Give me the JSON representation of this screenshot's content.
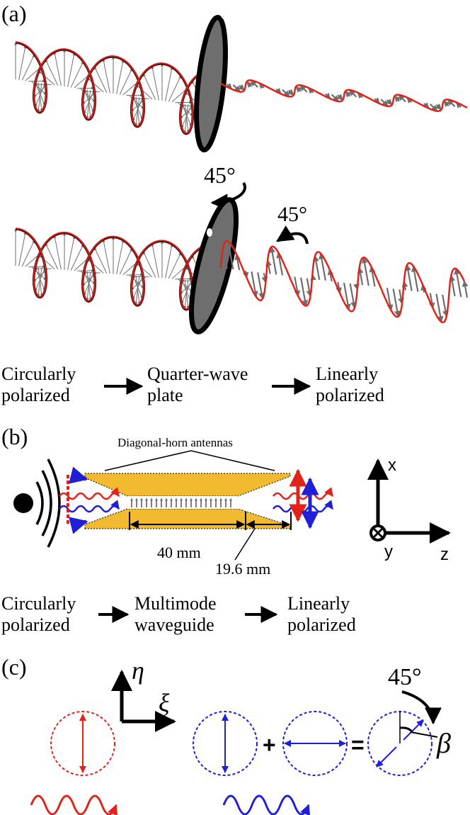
{
  "panel_a": {
    "label": "(a)",
    "angle_plate": "45°",
    "angle_wave": "45°",
    "flow": [
      "Circularly",
      "polarized",
      "Quarter-wave",
      "plate",
      "Linearly",
      "polarized"
    ]
  },
  "panel_b": {
    "label": "(b)",
    "antenna_label": "Diagonal-horn antennas",
    "dim_1": "40 mm",
    "dim_2": "19.6 mm",
    "axis_x": "x",
    "axis_y": "y",
    "axis_z": "z",
    "flow": [
      "Circularly",
      "polarized",
      "Multimode",
      "waveguide",
      "Linearly",
      "polarized"
    ]
  },
  "panel_c": {
    "label": "(c)",
    "axis_eta": "η",
    "axis_xi": "ξ",
    "angle": "45°",
    "beta": "β",
    "plus": "+",
    "equals": "="
  },
  "colors": {
    "red": "#e2231a",
    "blue": "#1f1fd6",
    "gold": "#f2bb2f",
    "gray": "#6e6e6e",
    "dark_red": "#5a0f0f"
  }
}
